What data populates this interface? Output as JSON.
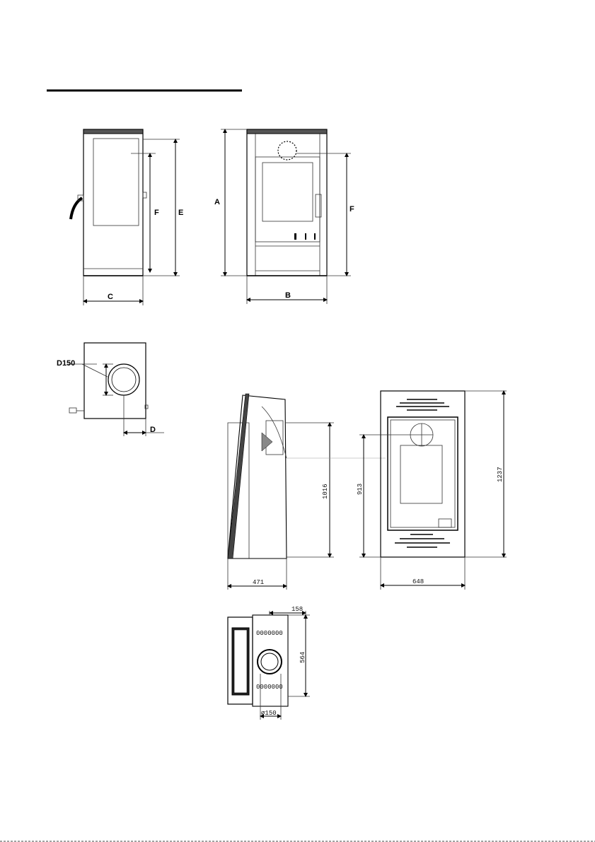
{
  "front_side_views": {
    "labels": {
      "a": "A",
      "b": "B",
      "c": "C",
      "e": "E",
      "f_side": "F",
      "f_front": "F"
    }
  },
  "top_view_small": {
    "labels": {
      "d150": "D150",
      "d": "D"
    }
  },
  "technical_drawings": {
    "side_view": {
      "height": "1016",
      "depth": "471"
    },
    "front_view": {
      "total_height": "1237",
      "flue_height": "913",
      "width": "648"
    },
    "top_view": {
      "offset": "158",
      "depth": "564",
      "flue_diameter": "∅150",
      "vent_rows": [
        "0000000",
        "0000000"
      ]
    }
  }
}
